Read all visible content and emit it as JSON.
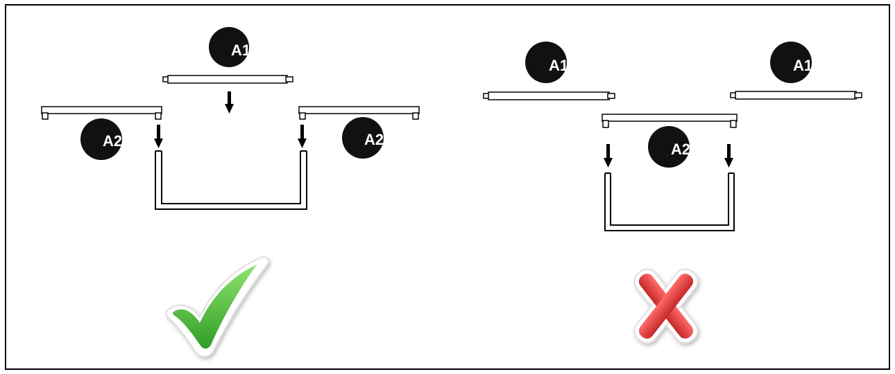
{
  "diagram": {
    "correct_panel": {
      "label_top": "A1",
      "label_left": "A2",
      "label_right": "A2"
    },
    "incorrect_panel": {
      "label_left": "A1",
      "label_right": "A1",
      "label_center": "A2"
    },
    "colors": {
      "border": "#000000",
      "badge": "#111111",
      "check": "#4cc23a",
      "cross": "#e53935"
    },
    "icons": {
      "correct": "check-icon",
      "incorrect": "cross-icon"
    }
  }
}
